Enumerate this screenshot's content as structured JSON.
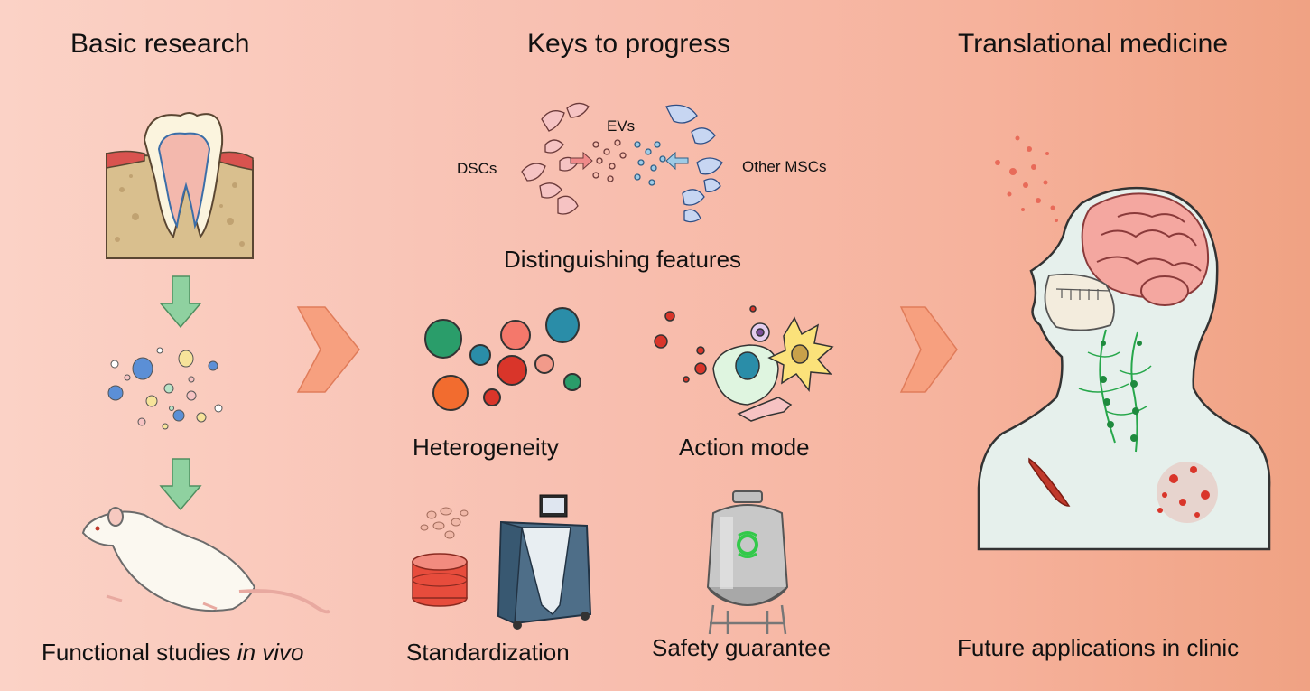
{
  "sections": {
    "basic": "Basic research",
    "keys": "Keys to progress",
    "translational": "Translational medicine"
  },
  "labels": {
    "functional_prefix": "Functional studies ",
    "functional_italic": "in vivo",
    "distinguishing": "Distinguishing features",
    "dscs": "DSCs",
    "evs": "EVs",
    "other_mscs": "Other MSCs",
    "heterogeneity": "Heterogeneity",
    "action_mode": "Action mode",
    "standardization": "Standardization",
    "safety": "Safety guarantee",
    "future": "Future applications in clinic"
  },
  "colors": {
    "bg_left": "#fbd2c6",
    "bg_right": "#f0a283",
    "arrow_green": "#8fd1a0",
    "arrow_orange": "#f7a07f"
  }
}
